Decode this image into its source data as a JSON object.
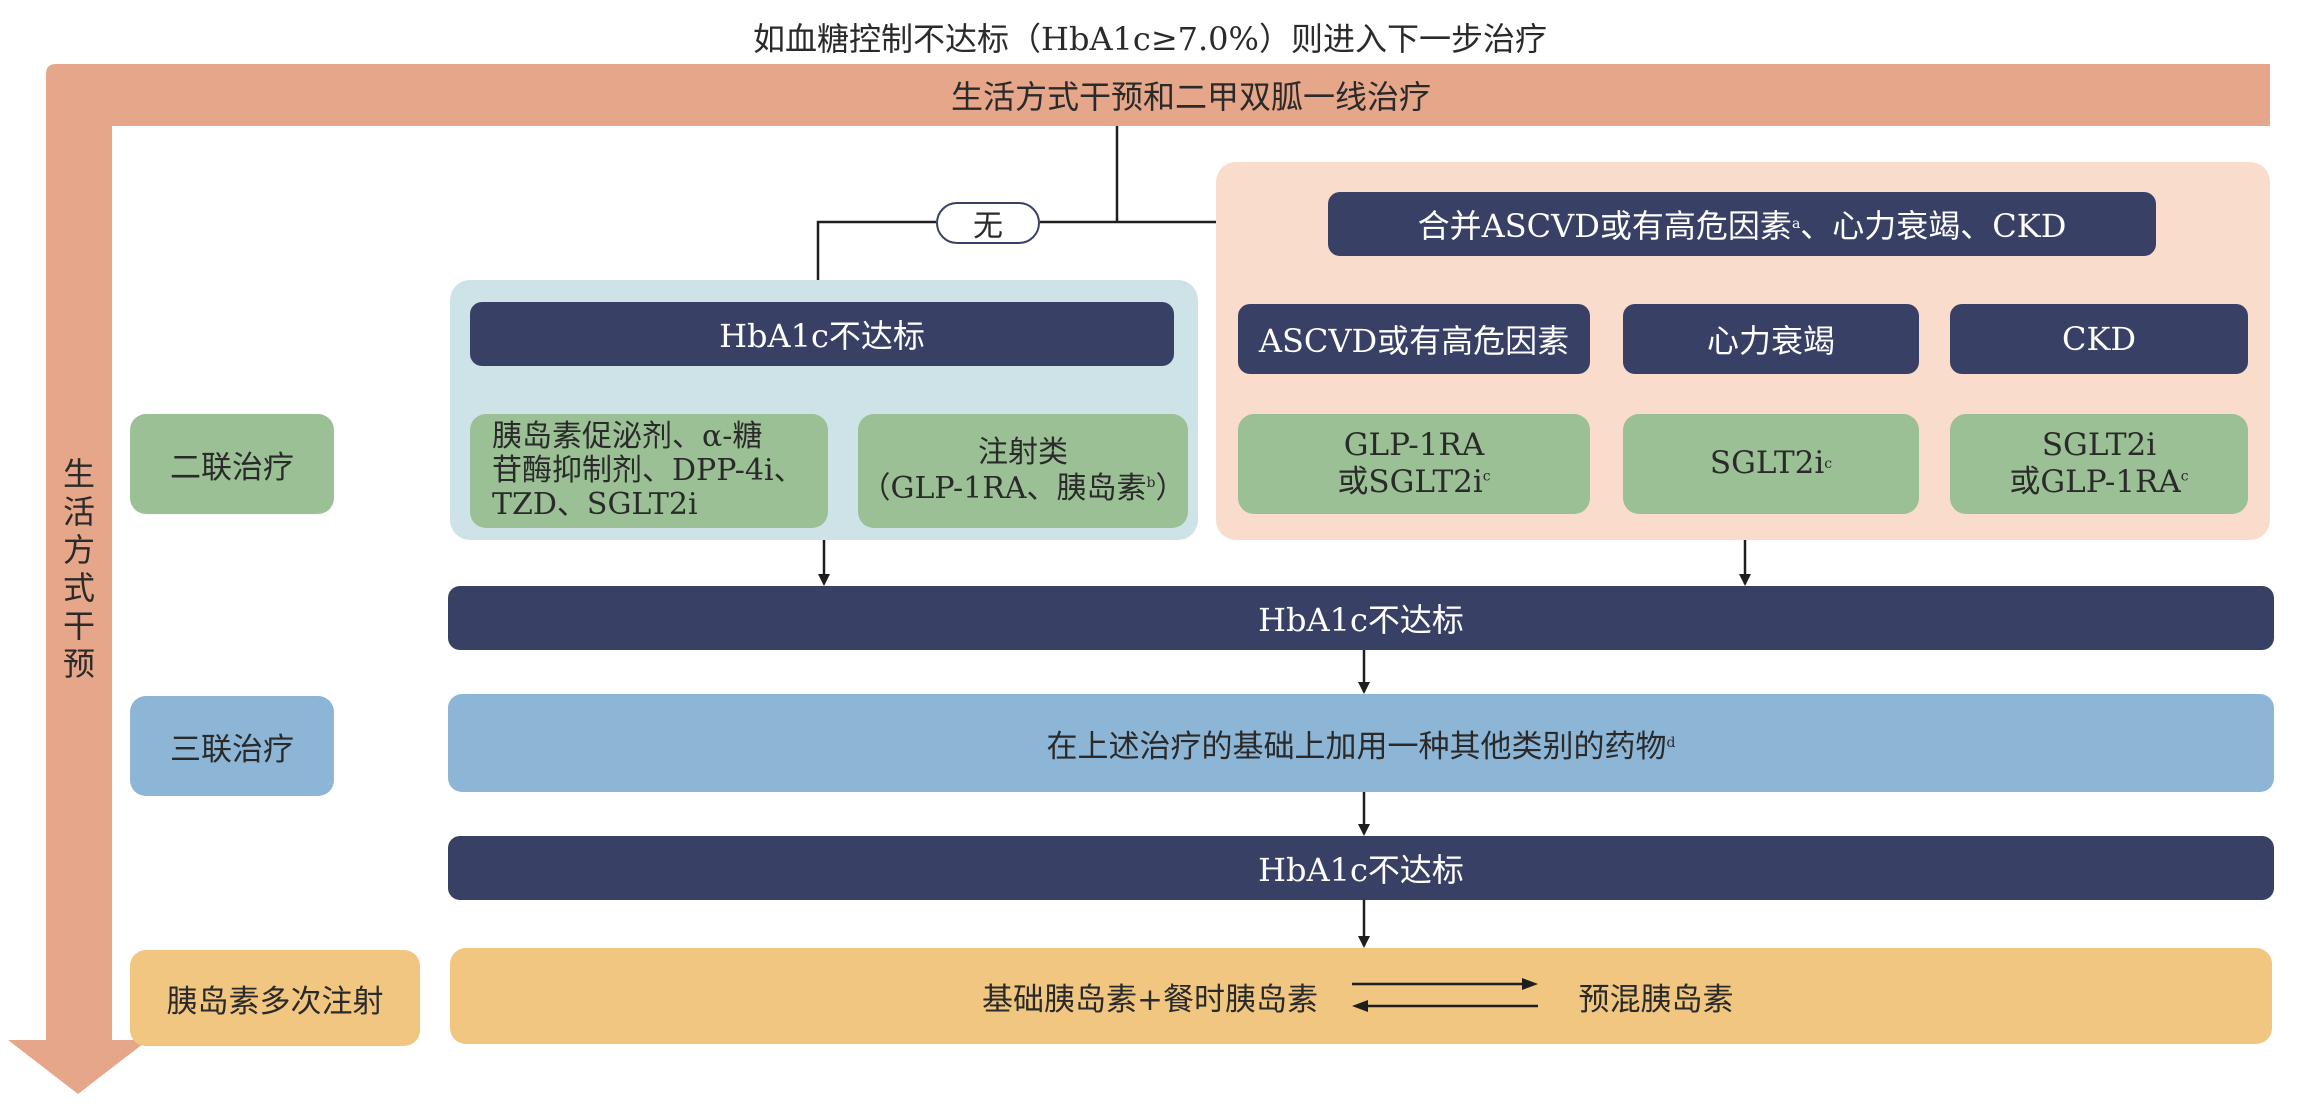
{
  "top_note": "如血糖控制不达标（HbA1c≥7.0%）则进入下一步治疗",
  "lifestyle_bar": "生活方式干预和二甲双胍一线治疗",
  "lifestyle_side": [
    "生",
    "活",
    "方",
    "式",
    "干",
    "预"
  ],
  "none_label": "无",
  "stages": {
    "dual": "二联治疗",
    "triple": "三联治疗",
    "insulin": "胰岛素多次注射"
  },
  "left_panel": {
    "header": "HbA1c不达标",
    "oral_lines": [
      "胰岛素促泌剂、α-糖",
      "苷酶抑制剂、DPP-4i、",
      "TZD、SGLT2i"
    ],
    "injectable_title": "注射类",
    "injectable_detail": "（GLP-1RA、胰岛素",
    "injectable_sup": "b",
    "injectable_close": "）"
  },
  "right_panel": {
    "header": "合并ASCVD或有高危因素",
    "header_sup": "a",
    "header_tail": "、心力衰竭、CKD",
    "conditions": {
      "ascvd": "ASCVD或有高危因素",
      "hf": "心力衰竭",
      "ckd": "CKD"
    },
    "treatments": {
      "ascvd_line1": "GLP-1RA",
      "ascvd_line2": "或SGLT2i",
      "ascvd_sup": "c",
      "hf": "SGLT2i",
      "hf_sup": "c",
      "ckd_line1": "SGLT2i",
      "ckd_line2": "或GLP-1RA",
      "ckd_sup": "c"
    }
  },
  "not_met_1": "HbA1c不达标",
  "triple_text": "在上述治疗的基础上加用一种其他类别的药物",
  "triple_sup": "d",
  "not_met_2": "HbA1c不达标",
  "insulin_basal": "基础胰岛素+餐时胰岛素",
  "insulin_premix": "预混胰岛素",
  "colors": {
    "navy": "#394066",
    "green": "#9cc095",
    "salmon": "#e6a68a",
    "light_blue_panel": "#cde3e8",
    "peach_panel": "#f9dccb",
    "triple_blue": "#8db5d6",
    "insulin_yellow": "#f0c681"
  }
}
